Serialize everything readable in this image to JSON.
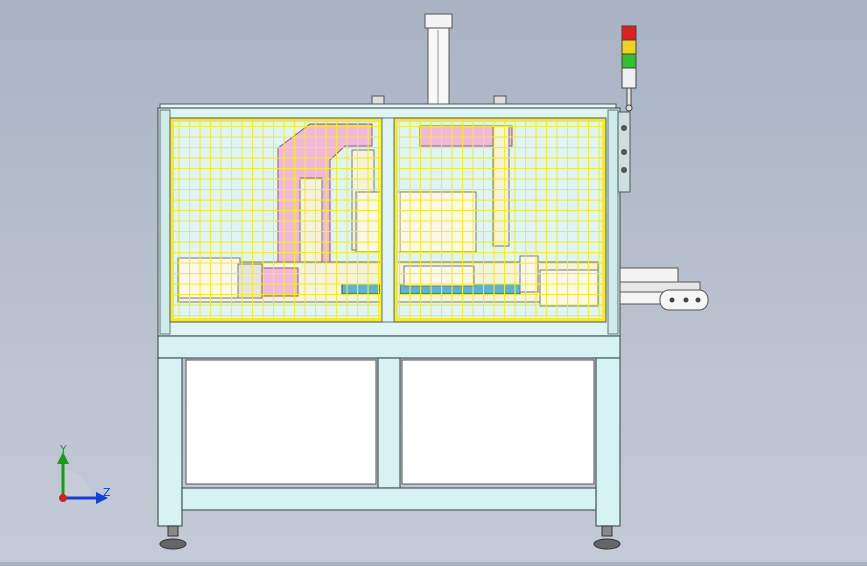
{
  "viewport": {
    "background_top": "#a9b3c4",
    "background_bottom": "#c4cad6"
  },
  "machine": {
    "frame_color": "#d6f2f2",
    "frame_stroke": "#4a5a5a",
    "guard_mesh_color": "#f2ec2a",
    "inner_part_color": "#f6f4d8",
    "highlight_part_color": "#f2b8dc",
    "conveyor_blue": "#5ab4d8",
    "panel_fill": "#ffffff"
  },
  "stack_light": {
    "levels": [
      "red",
      "yellow",
      "green"
    ],
    "colors": [
      "#e02020",
      "#f0d020",
      "#30c030"
    ]
  },
  "triad": {
    "y_label": "Y",
    "z_label": "Z",
    "y_color": "#10a010",
    "z_color": "#1040e0",
    "origin_color": "#d02020"
  }
}
